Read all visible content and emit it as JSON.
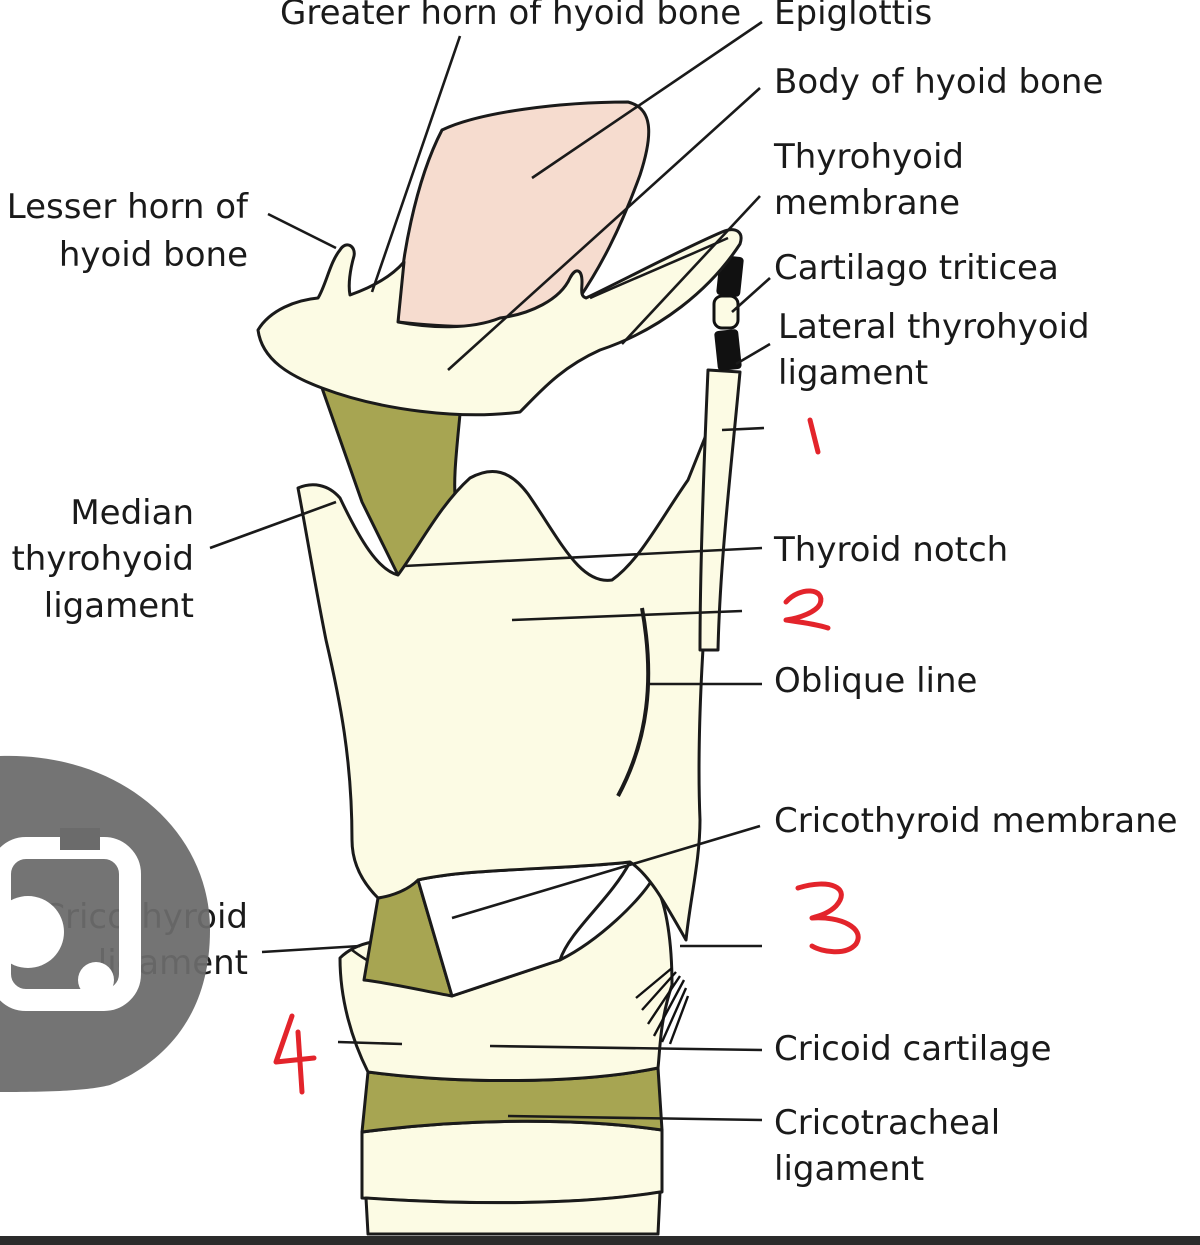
{
  "labels": {
    "greater_horn": "Greater horn of hyoid bone",
    "epiglottis": "Epiglottis",
    "body_hyoid": "Body of hyoid bone",
    "thyrohyoid_membrane_1": "Thyrohyoid",
    "thyrohyoid_membrane_2": "membrane",
    "lesser_horn_1": "Lesser horn of",
    "lesser_horn_2": "hyoid bone",
    "cartilago_triticea": "Cartilago triticea",
    "lateral_thyrohyoid_1": "Lateral thyrohyoid",
    "lateral_thyrohyoid_2": "ligament",
    "median_thyrohyoid_1": "Median",
    "median_thyrohyoid_2": "thyrohyoid",
    "median_thyrohyoid_3": "ligament",
    "thyroid_notch": "Thyroid notch",
    "oblique_line": "Oblique line",
    "cricothyroid_membrane": "Cricothyroid membrane",
    "cricothyroid_ligament_1": "Cricothyroid",
    "cricothyroid_ligament_2": "ligament",
    "cricoid_cartilage": "Cricoid cartilage",
    "cricotracheal_1": "Cricotracheal",
    "cricotracheal_2": "ligament"
  },
  "handwritten_numbers": [
    "1",
    "2",
    "3",
    "4"
  ],
  "colors": {
    "cartilage": "#fcfbe4",
    "ligament": "#a7a552",
    "epiglottis": "#f6dccf",
    "outline": "#1a1a1a",
    "annotation": "#e3242b",
    "overlay_icon": "#6b6b6b"
  },
  "icons": {
    "overlay": "camera-search-icon"
  }
}
